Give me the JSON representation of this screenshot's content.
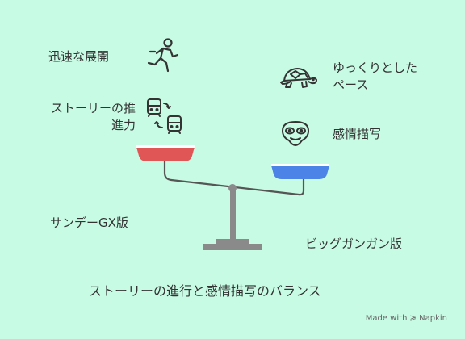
{
  "left_side": {
    "items": [
      {
        "label": "迅速な展開",
        "icon": "running-person-icon"
      },
      {
        "label_line1": "ストーリーの推",
        "label_line2": "進力",
        "icon": "trains-icon"
      }
    ],
    "version_label": "サンデーGX版",
    "pan_color": "#e05555"
  },
  "right_side": {
    "items": [
      {
        "label_line1": "ゆっくりとした",
        "label_line2": "ペース",
        "icon": "turtle-icon"
      },
      {
        "label": "感情描写",
        "icon": "alien-face-icon"
      }
    ],
    "version_label": "ビッグガンガン版",
    "pan_color": "#4b83e6"
  },
  "title": "ストーリーの進行と感情描写のバランス",
  "brand": "Made with ≽ Napkin"
}
